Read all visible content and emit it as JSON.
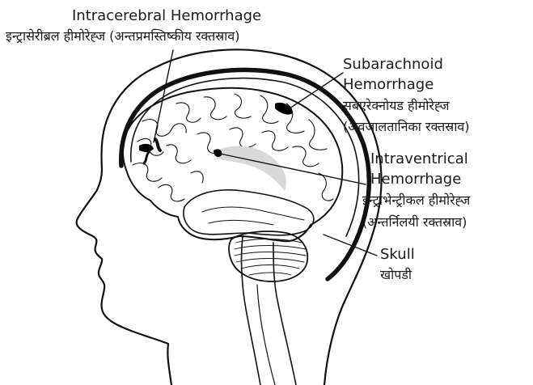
{
  "labels": {
    "intracerebral": {
      "en": "Intracerebral Hemorrhage",
      "hi": "इन्ट्रासेरीब्रल हीमोरेह्ज (अन्तप्रमस्तिष्कीय रक्तस्राव)"
    },
    "subarachnoid": {
      "en1": "Subarachnoid",
      "en2": "Hemorrhage",
      "hi1": "सबएरेक्नोयड हीमोरेह्ज",
      "hi2": "(अवजालतानिका रक्तस्राव)"
    },
    "intraventricular": {
      "en1": "Intraventrical",
      "en2": "Hemorrhage",
      "hi1": "इन्ट्राभेन्ट्रीकल हीमोरेह्ज",
      "hi2": "(अन्तर्निलयी रक्तस्राव)"
    },
    "skull": {
      "en": "Skull",
      "hi": "खोपडी"
    }
  },
  "colors": {
    "line": "#111111",
    "hemorrhage": "#000000",
    "ventricle": "#d9d9d9",
    "background": "#ffffff"
  }
}
